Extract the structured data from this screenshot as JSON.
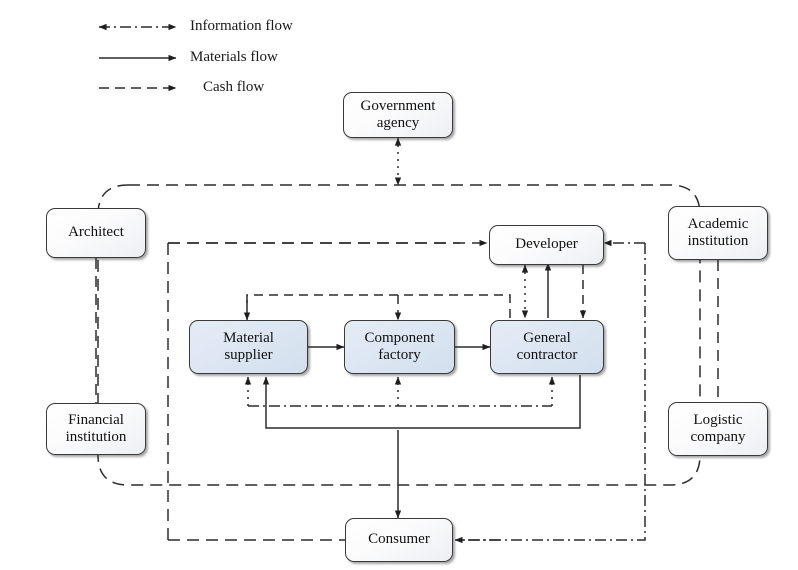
{
  "figure": {
    "title": "Prefabricated construction supply chain stakeholder flow diagram",
    "background": "#ffffff",
    "line_color": "#2b2b2b",
    "node_border_color": "#3a3a3a",
    "blue_fill": "#dce6f2",
    "white_fill": "#fbfbfc"
  },
  "legend": {
    "items": [
      {
        "id": "information-flow",
        "label": "Information flow",
        "style": "dash-dot",
        "arrows": "both"
      },
      {
        "id": "materials-flow",
        "label": "Materials flow",
        "style": "solid",
        "arrows": "end"
      },
      {
        "id": "cash-flow",
        "label": "Cash flow",
        "style": "dashed",
        "arrows": "end"
      }
    ]
  },
  "nodes": {
    "government_agency": {
      "line1": "Government",
      "line2": "agency",
      "fill": "white"
    },
    "architect": {
      "line1": "Architect",
      "line2": "",
      "fill": "white"
    },
    "financial_institution": {
      "line1": "Financial",
      "line2": "institution",
      "fill": "white"
    },
    "academic_institution": {
      "line1": "Academic",
      "line2": "institution",
      "fill": "white"
    },
    "logistic_company": {
      "line1": "Logistic",
      "line2": "company",
      "fill": "white"
    },
    "developer": {
      "line1": "Developer",
      "line2": "",
      "fill": "white"
    },
    "material_supplier": {
      "line1": "Material",
      "line2": "supplier",
      "fill": "blue"
    },
    "component_factory": {
      "line1": "Component",
      "line2": "factory",
      "fill": "blue"
    },
    "general_contractor": {
      "line1": "General",
      "line2": "contractor",
      "fill": "blue"
    },
    "consumer": {
      "line1": "Consumer",
      "line2": "",
      "fill": "white"
    }
  },
  "chart_data": {
    "type": "diagram",
    "diagram_kind": "flow-network",
    "edges": [
      {
        "from": "government_agency",
        "to": "outer_boundary",
        "flow": "information",
        "direction": "both"
      },
      {
        "from": "architect",
        "to": "financial_institution",
        "flow": "cash",
        "direction": "none"
      },
      {
        "from": "academic_institution",
        "to": "logistic_company",
        "flow": "cash",
        "direction": "none"
      },
      {
        "from": "inner_boundary",
        "to": "developer",
        "flow": "cash",
        "direction": "to"
      },
      {
        "from": "developer",
        "to": "general_contractor",
        "flow": "information",
        "direction": "both"
      },
      {
        "from": "general_contractor",
        "to": "developer",
        "flow": "materials",
        "direction": "to"
      },
      {
        "from": "developer",
        "to": "general_contractor",
        "flow": "cash",
        "direction": "to"
      },
      {
        "from": "developer",
        "to": "material_supplier",
        "flow": "cash",
        "direction": "to"
      },
      {
        "from": "developer",
        "to": "component_factory",
        "flow": "cash",
        "direction": "to"
      },
      {
        "from": "material_supplier",
        "to": "component_factory",
        "flow": "materials",
        "direction": "to"
      },
      {
        "from": "component_factory",
        "to": "general_contractor",
        "flow": "materials",
        "direction": "to"
      },
      {
        "from": "general_contractor",
        "to": "material_supplier",
        "flow": "materials",
        "direction": "to"
      },
      {
        "from": "information_bus",
        "to": "material_supplier",
        "flow": "information",
        "direction": "to"
      },
      {
        "from": "information_bus",
        "to": "component_factory",
        "flow": "information",
        "direction": "to"
      },
      {
        "from": "information_bus",
        "to": "general_contractor",
        "flow": "information",
        "direction": "to"
      },
      {
        "from": "general_contractor",
        "to": "consumer",
        "flow": "materials",
        "direction": "to"
      },
      {
        "from": "inner_boundary",
        "to": "consumer",
        "flow": "cash",
        "direction": "none"
      },
      {
        "from": "developer",
        "to": "consumer",
        "flow": "information",
        "direction": "to"
      }
    ],
    "boundaries": [
      {
        "id": "outer_boundary",
        "style": "dashed",
        "shape": "rounded-rect",
        "note": "encloses architect, financial institution, academic institution, logistic company"
      },
      {
        "id": "inner_boundary",
        "style": "dashed",
        "shape": "rect",
        "note": "encloses core supply chain actors"
      }
    ]
  }
}
